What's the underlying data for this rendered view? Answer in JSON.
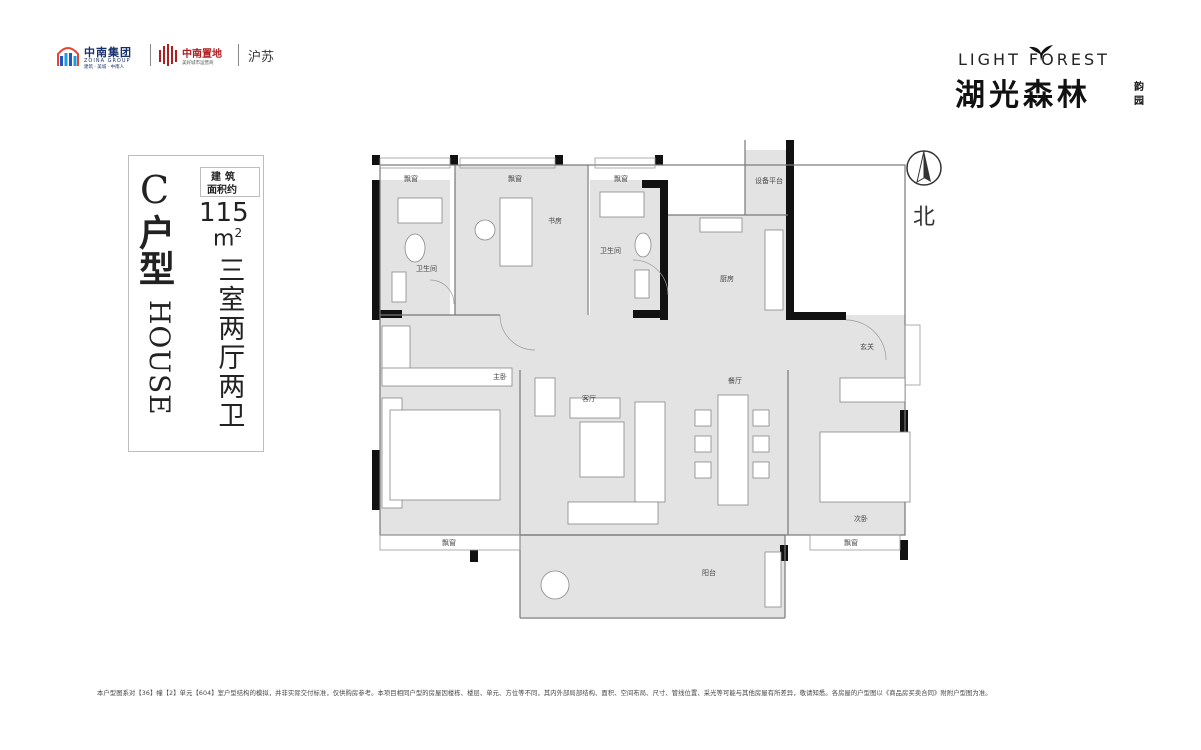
{
  "brand": {
    "group_name": "中南集团",
    "group_en": "ZOINA GROUP",
    "group_slogan": "建筑 · 美城 · 中南人",
    "realestate_name": "中南置地",
    "realestate_slogan": "美好城市运营商",
    "region": "沪苏",
    "brand_color": "#17306b",
    "accent_color": "#b01e22"
  },
  "project": {
    "name_en": "LIGHT FOREST",
    "name_cn": "湖光森林",
    "sub_1": "韵",
    "sub_2": "园"
  },
  "unit": {
    "type_letter": "C",
    "type_cn": "户型",
    "type_en": "HOUSE",
    "area_label_1": "建筑",
    "area_label_2": "面积约",
    "area_value": "115",
    "area_unit": "m",
    "area_unit_sup": "2",
    "layout": "三室两厅两卫"
  },
  "compass": {
    "label": "北",
    "icon": "north-arrow-icon"
  },
  "rooms": {
    "bay_window_1": "飘窗",
    "bay_window_2": "飘窗",
    "bay_window_3": "飘窗",
    "bay_window_4": "飘窗",
    "bay_window_5": "飘窗",
    "study": "书房",
    "bath_1": "卫生间",
    "bath_2": "卫生间",
    "equipment_platform": "设备平台",
    "kitchen": "厨房",
    "entrance": "玄关",
    "master_bedroom": "主卧",
    "living_room": "客厅",
    "dining_room": "餐厅",
    "second_bedroom": "次卧",
    "balcony": "阳台"
  },
  "disclaimer": "本户型图系对【36】幢【2】单元【604】室户型结构的模拟，并非实际交付标准，仅供购房参考。本项目相同户型的房屋因楼栋、楼层、单元、方位等不同，其内外部局部结构、面积、空间布局、尺寸、管线位置、采光等可能与其他房屋有所差异，敬请知悉。各房屋的户型图以《商品房买卖合同》附附户型图为准。"
}
